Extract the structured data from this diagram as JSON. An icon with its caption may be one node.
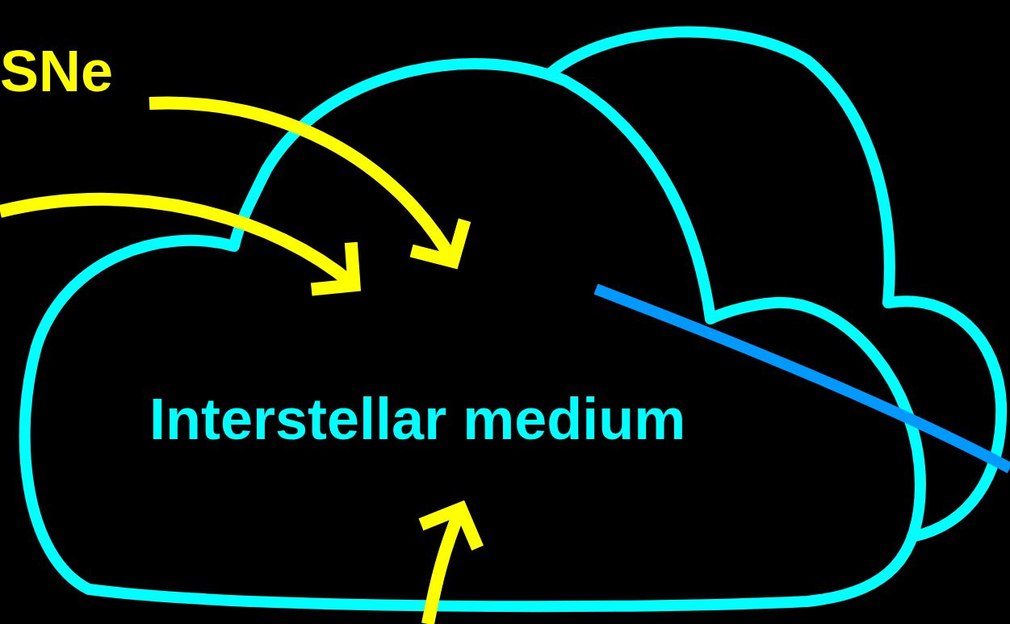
{
  "diagram": {
    "nodes": [
      {
        "text": [
          "SNe"
        ]
      },
      {
        "text": [
          "Interstellar medium"
        ]
      }
    ],
    "edges": [
      {
        "from": 0,
        "to": 1,
        "arrow": "to"
      },
      {
        "from": null,
        "to": 1,
        "arrow": "to"
      },
      {
        "from": null,
        "to": 1,
        "arrow": "to"
      },
      {
        "from": 1,
        "to": null,
        "arrow": "none",
        "color": "#0099ff"
      }
    ]
  }
}
